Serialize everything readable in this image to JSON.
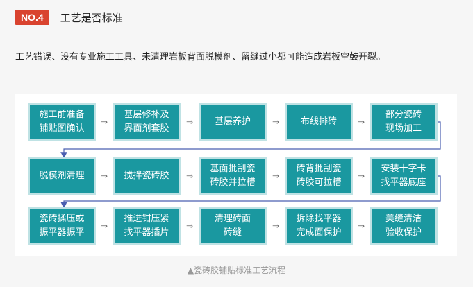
{
  "header": {
    "badge": "NO.4",
    "title": "工艺是否标准"
  },
  "intro": "工艺错误、没有专业施工工具、未清理岩板背面脱模剂、留缝过小都可能造成岩板空鼓开裂。",
  "flow": {
    "rows": [
      [
        "施工前准备\n铺贴图确认",
        "基层修补及\n界面剂套胶",
        "基层养护",
        "布线排砖",
        "部分瓷砖\n现场加工"
      ],
      [
        "脱模剂清理",
        "搅拌瓷砖胶",
        "基面批刮瓷\n砖胶并拉槽",
        "砖背批刮瓷\n砖胶可拉槽",
        "安装十字卡\n找平器底座"
      ],
      [
        "瓷砖揉压或\n振平器振平",
        "推进钳压紧\n找平器插片",
        "清理砖面\n砖缝",
        "拆除找平器\n完成面保护",
        "美缝清洁\n验收保护"
      ]
    ],
    "arrow_glyph": "⇒"
  },
  "caption": "▲瓷砖胶铺贴标准工艺流程",
  "colors": {
    "badge": "#d9432f",
    "node": "#1a98a0",
    "node_border": "#bfe2e4",
    "connector": "#4a5fb0"
  }
}
